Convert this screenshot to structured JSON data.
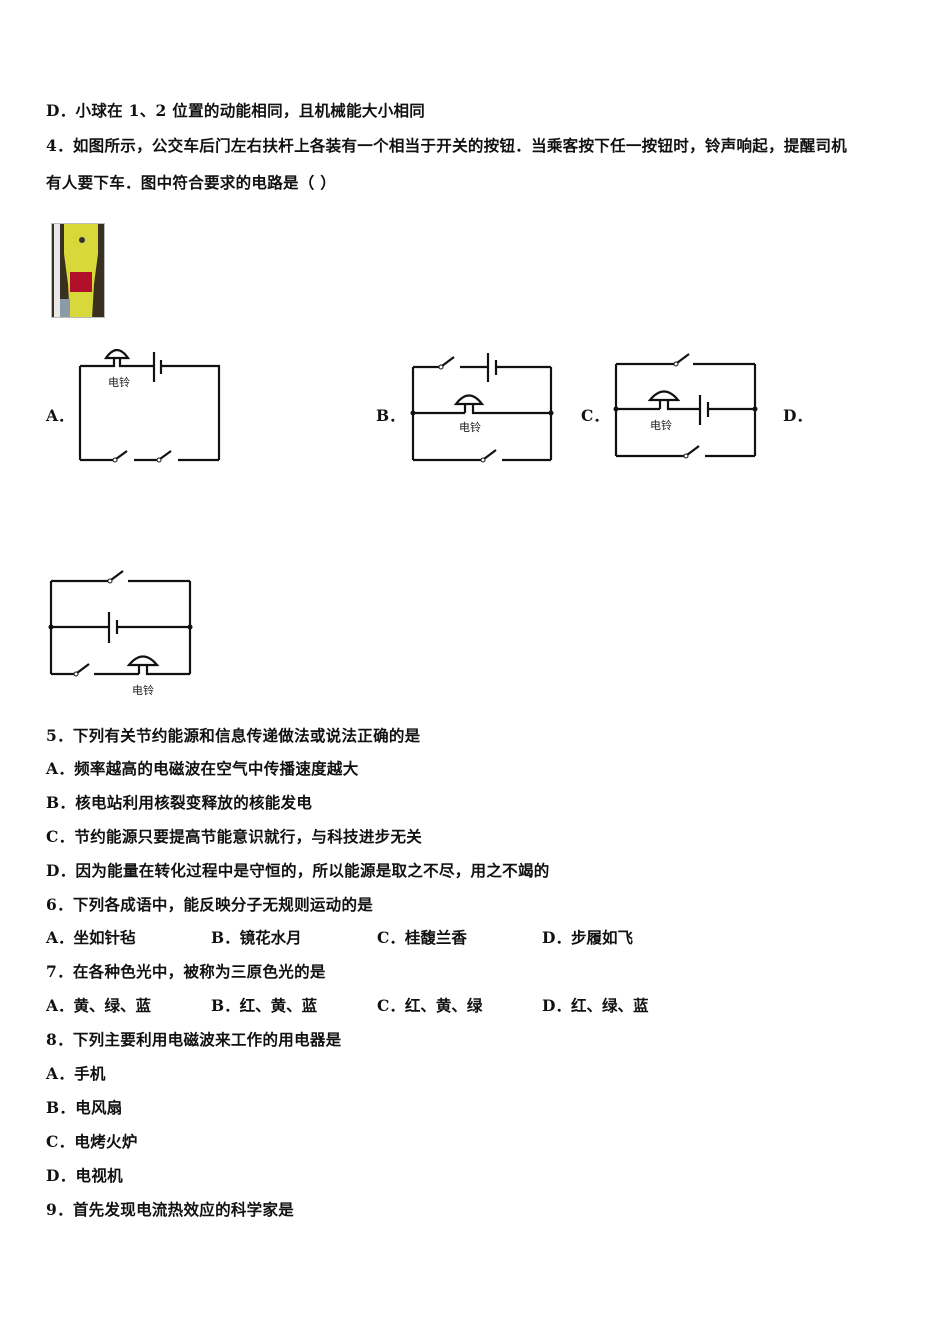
{
  "q3": {
    "option_d": "D．小球在 1、2 位置的动能相同，且机械能大小相同"
  },
  "q4": {
    "stem_line1": "4．如图所示，公交车后门左右扶杆上各装有一个相当于开关的按钮．当乘客按下任一按钮时，铃声响起，提醒司机",
    "stem_line2": "有人要下车．图中符合要求的电路是（ ）",
    "photo_label": "bus-handrail-button-photo",
    "bell_label": "电铃",
    "choices": [
      "A．",
      "B．",
      "C．",
      "D．"
    ]
  },
  "q5": {
    "stem": "5．下列有关节约能源和信息传递做法或说法正确的是",
    "options": [
      "A．频率越高的电磁波在空气中传播速度越大",
      "B．核电站利用核裂变释放的核能发电",
      "C．节约能源只要提高节能意识就行，与科技进步无关",
      "D．因为能量在转化过程中是守恒的，所以能源是取之不尽，用之不竭的"
    ]
  },
  "q6": {
    "stem": "6．下列各成语中，能反映分子无规则运动的是",
    "options": [
      "A．坐如针毡",
      "B．镜花水月",
      "C．桂馥兰香",
      "D．步履如飞"
    ]
  },
  "q7": {
    "stem": "7．在各种色光中，被称为三原色光的是",
    "options": [
      "A．黄、绿、蓝",
      "B．红、黄、蓝",
      "C．红、黄、绿",
      "D．红、绿、蓝"
    ]
  },
  "q8": {
    "stem": "8．下列主要利用电磁波来工作的用电器是",
    "options": [
      "A．手机",
      "B．电风扇",
      "C．电烤火炉",
      "D．电视机"
    ]
  },
  "q9": {
    "stem": "9．首先发现电流热效应的科学家是"
  }
}
